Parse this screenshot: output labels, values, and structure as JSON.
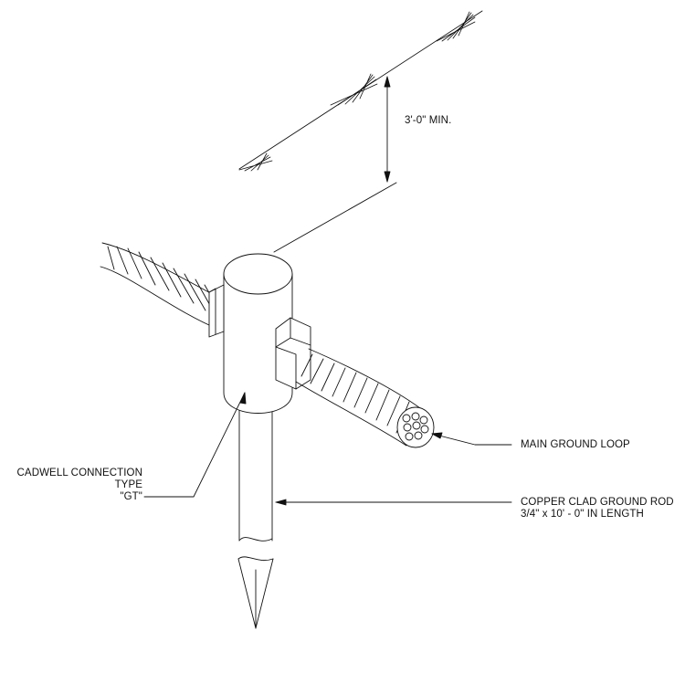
{
  "labels": {
    "depth": "3'-0\" MIN.",
    "main_loop": "MAIN GROUND LOOP",
    "cadweld": [
      "CADWELL CONNECTION",
      "TYPE",
      "\"GT\""
    ],
    "ground_rod": [
      "COPPER CLAD GROUND ROD",
      "3/4\" x 10' - 0\" IN LENGTH"
    ]
  },
  "colors": {
    "line": "#111111",
    "background": "#ffffff"
  }
}
